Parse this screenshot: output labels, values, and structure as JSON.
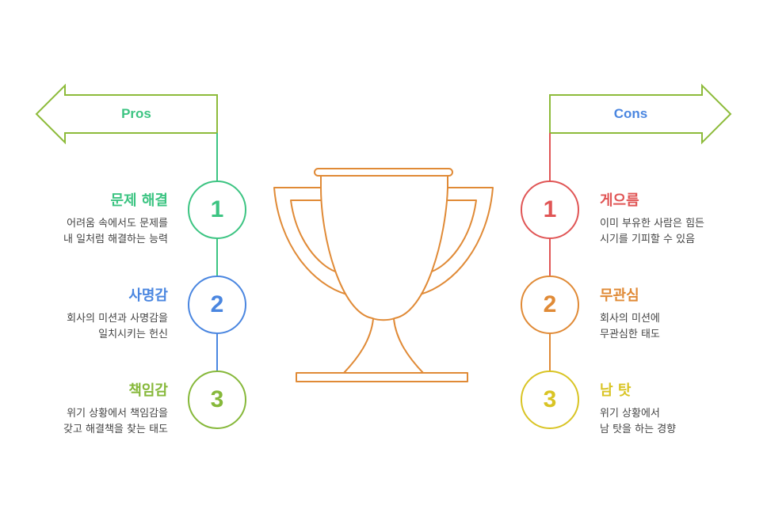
{
  "colors": {
    "arrow_outline": "#8dbb3a",
    "trophy": "#e08a36",
    "desc_text": "#444444"
  },
  "pros": {
    "label": "Pros",
    "label_color": "#3cc482",
    "items": [
      {
        "number": "1",
        "title": "문제 해결",
        "desc_line1": "어려움 속에서도 문제를",
        "desc_line2": "내 일처럼 해결하는 능력",
        "color": "#3cc482"
      },
      {
        "number": "2",
        "title": "사명감",
        "desc_line1": "회사의 미션과 사명감을",
        "desc_line2": "일치시키는 헌신",
        "color": "#4a86e0"
      },
      {
        "number": "3",
        "title": "책임감",
        "desc_line1": "위기 상황에서 책임감을",
        "desc_line2": "갖고 해결책을 찾는 태도",
        "color": "#86b83a"
      }
    ]
  },
  "cons": {
    "label": "Cons",
    "label_color": "#4a86e0",
    "items": [
      {
        "number": "1",
        "title": "게으름",
        "desc_line1": "이미 부유한 사람은 힘든",
        "desc_line2": "시기를 기피할 수 있음",
        "color": "#e05555"
      },
      {
        "number": "2",
        "title": "무관심",
        "desc_line1": "회사의 미션에",
        "desc_line2": "무관심한 태도",
        "color": "#e08a36"
      },
      {
        "number": "3",
        "title": "남 탓",
        "desc_line1": "위기 상황에서",
        "desc_line2": "남 탓을 하는 경향",
        "color": "#d9c424"
      }
    ]
  },
  "center": {
    "icon": "trophy-icon"
  }
}
